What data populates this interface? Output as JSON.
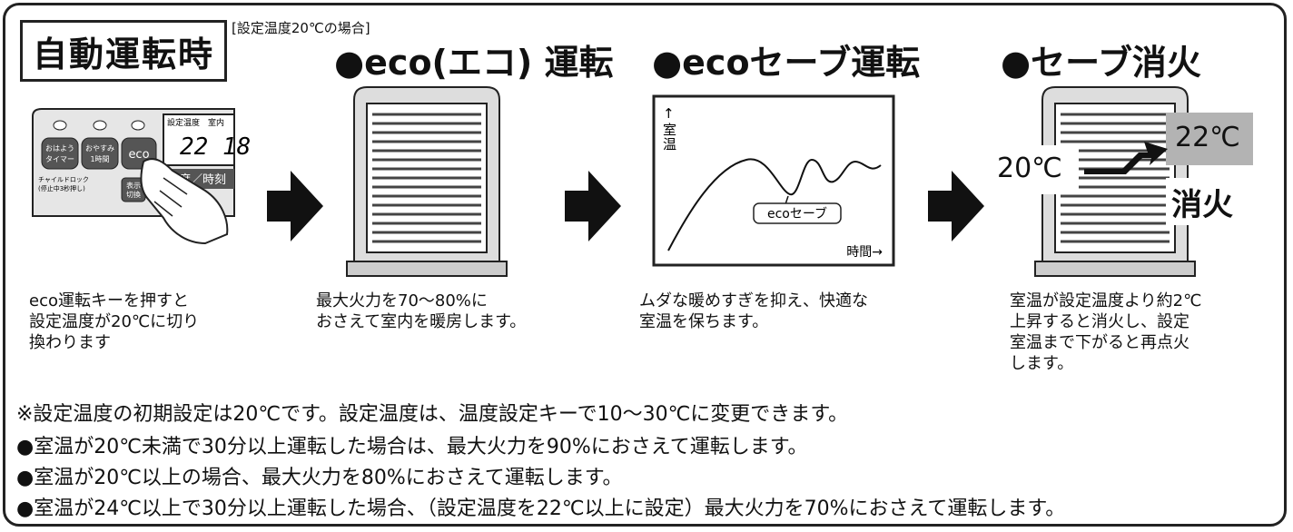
{
  "header": {
    "mode_label": "自動運転時",
    "condition_note": "[設定温度20℃の場合]"
  },
  "steps": [
    {
      "title": "●eco(エコ) 運転",
      "desc": "最大火力を70〜80%に\nおさえて室内を暖房します。"
    },
    {
      "title": "●ecoセーブ運転",
      "desc": "ムダな暖めすぎを抑え、快適な\n室温を保ちます。"
    },
    {
      "title": "●セーブ消火",
      "desc": "室温が設定温度より約2℃\n上昇すると消火し、設定\n室温まで下がると再点火\nします。"
    }
  ],
  "panel": {
    "desc": "eco運転キーを押すと\n設定温度が20℃に切り\n換わります",
    "btn_ohayo": "おはよう\nタイマー",
    "btn_oyasumi": "おやすみ\n1時間",
    "btn_eco": "eco",
    "child_lock": "チャイルドロック\n(停止中3秒押し)",
    "display_header": "設定温度　室内",
    "display_digits": "22 18",
    "temp_time": "温度／時刻",
    "btn_display": "表示\n切換"
  },
  "graph": {
    "y_label": "↑\n室\n温",
    "x_label": "時間→",
    "callout": "ecoセーブ"
  },
  "save_off": {
    "temp_from": "20℃",
    "temp_to": "22℃",
    "label_off": "消火"
  },
  "footer": {
    "note": "※設定温度の初期設定は20℃です。設定温度は、温度設定キーで10〜30℃に変更できます。",
    "bullets": [
      "●室温が20℃未満で30分以上運転した場合は、最大火力を90%におさえて運転します。",
      "●室温が20℃以上の場合、最大火力を80%におさえて運転します。",
      "●室温が24℃以上で30分以上運転した場合、（設定温度を22℃以上に設定）最大火力を70%におさえて運転します。"
    ]
  }
}
